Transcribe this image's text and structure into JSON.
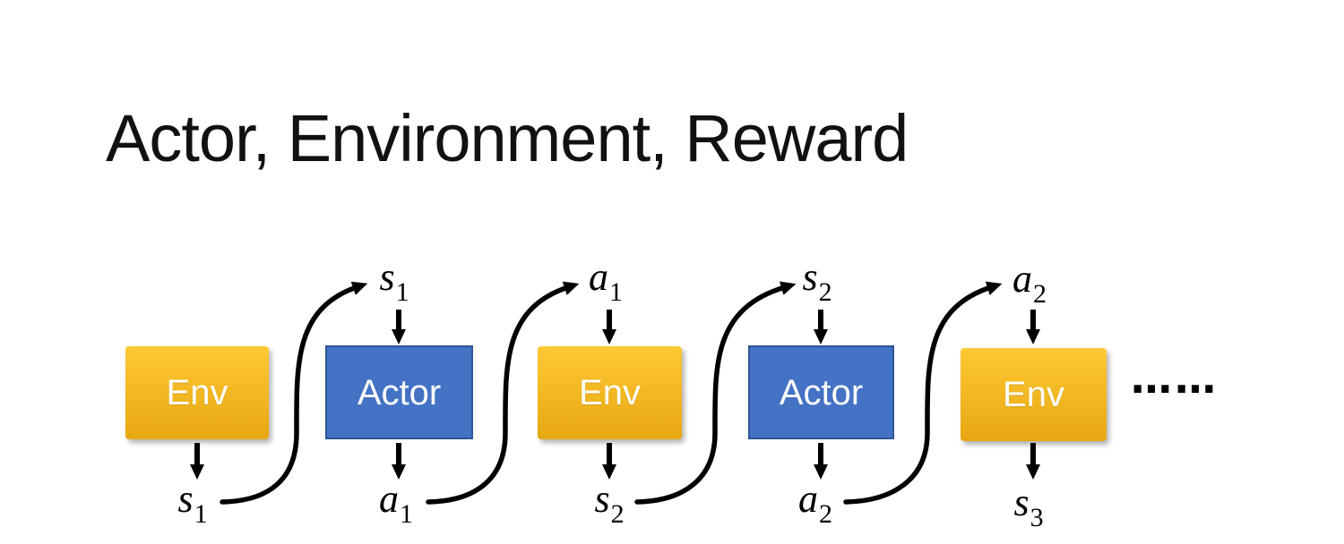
{
  "title": "Actor, Environment, Reward",
  "ellipsis": "……",
  "colors": {
    "env_top": "#FDC935",
    "env_bottom": "#E8A711",
    "actor_fill": "#4472C4",
    "actor_border": "#2F5597",
    "ink": "#000000"
  },
  "nodes": [
    {
      "box_label": "Env",
      "bottom_label": {
        "text": "s",
        "sub": "1"
      }
    },
    {
      "box_label": "Actor",
      "top_label": {
        "text": "s",
        "sub": "1"
      },
      "bottom_label": {
        "text": "a",
        "sub": "1"
      }
    },
    {
      "box_label": "Env",
      "top_label": {
        "text": "a",
        "sub": "1"
      },
      "bottom_label": {
        "text": "s",
        "sub": "2"
      }
    },
    {
      "box_label": "Actor",
      "top_label": {
        "text": "s",
        "sub": "2"
      },
      "bottom_label": {
        "text": "a",
        "sub": "2"
      }
    },
    {
      "box_label": "Env",
      "top_label": {
        "text": "a",
        "sub": "2"
      },
      "bottom_label": {
        "text": "s",
        "sub": "3"
      }
    }
  ]
}
